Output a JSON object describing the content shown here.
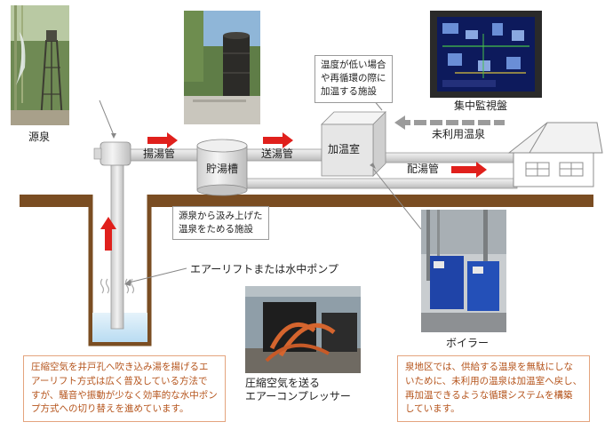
{
  "labels": {
    "source": "源泉",
    "pump_pipe": "揚湯管",
    "storage_tank": "貯湯槽",
    "send_pipe": "送湯管",
    "heating_room": "加温室",
    "unused_hot_water": "未利用温泉",
    "distribution_pipe": "配湯管",
    "central_monitoring": "集中監視盤",
    "air_lift": "エアーリフトまたは水中ポンプ",
    "boiler": "ボイラー",
    "compressor": [
      "圧縮空気を送る",
      "エアーコンプレッサー"
    ]
  },
  "callouts": {
    "heating": [
      "温度が低い場合",
      "や再循環の際に",
      "加温する施設"
    ],
    "tank": [
      "源泉から汲み上げた",
      "温泉をためる施設"
    ]
  },
  "notes": {
    "left": [
      "圧縮空気を井戸孔へ吹き込み湯を揚げるエ",
      "アーリフト方式は広く普及している方法で",
      "すが、騒音や振動が少なく効率的な水中ポン",
      "プ方式への切り替えを進めています。"
    ],
    "right": [
      "泉地区では、供給する温泉を無駄にしな",
      "いために、未利用の温泉は加温室へ戻し、",
      "再加温できるような循環システムを構築",
      "しています。"
    ]
  },
  "colors": {
    "ground": "#7a4d22",
    "arrow": "#e0201c",
    "return_arrow": "#9b9b9b",
    "note_border": "#e4a47e",
    "note_text": "#b5541c"
  }
}
